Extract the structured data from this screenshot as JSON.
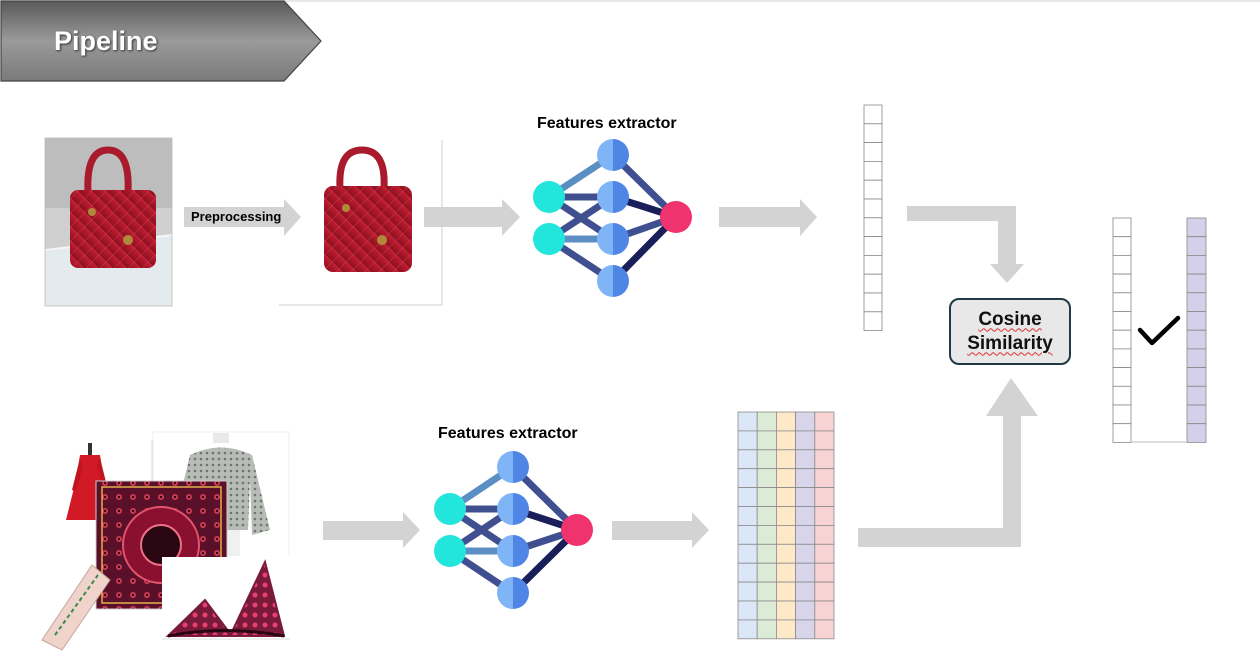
{
  "title": "Pipeline",
  "preprocessing_label": "Preprocessing",
  "features_extractor_top": "Features extractor",
  "features_extractor_bottom": "Features extractor",
  "cosine_line1": "Cosine",
  "cosine_line2": "Similarity",
  "colors": {
    "banner": "#6e6e6e",
    "arrow": "#d3d3d3",
    "input_node": "#22e5dc",
    "hidden_node": "#5b9bf0",
    "output_node": "#f0326e",
    "edge_dark": "#1a1f5a",
    "edge_mid": "#3f4f8f",
    "edge_light": "#5b8fc4",
    "vector_columns": [
      "#dbe7f7",
      "#dcebd6",
      "#fde9c8",
      "#d8d4ea",
      "#f7d3d3"
    ],
    "result_vector": "#d3d0ea"
  },
  "icons": [
    "checkmark-icon",
    "handbag-photo",
    "product-collage"
  ]
}
